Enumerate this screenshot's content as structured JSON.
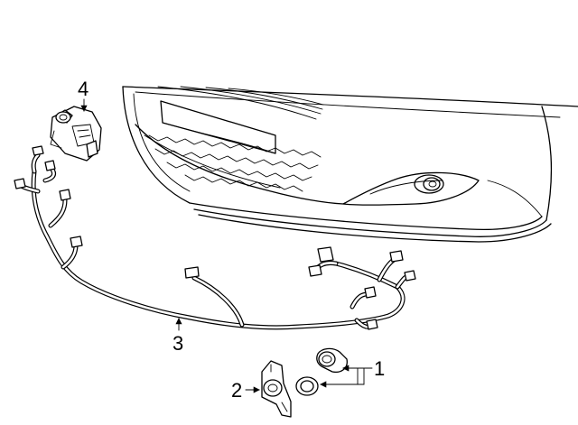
{
  "callouts": {
    "label_1": "1",
    "label_2": "2",
    "label_3": "3",
    "label_4": "4"
  },
  "colors": {
    "line": "#000000",
    "background": "#ffffff"
  }
}
